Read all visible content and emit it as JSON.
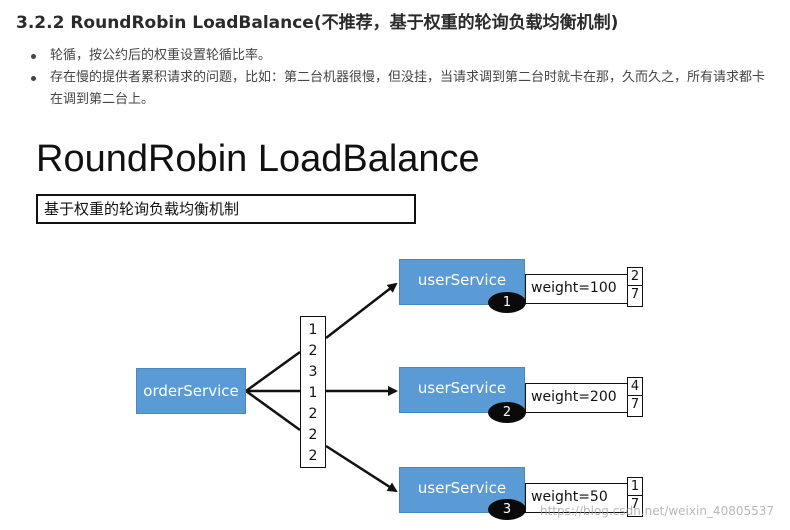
{
  "heading": "3.2.2 RoundRobin LoadBalance(不推荐，基于权重的轮询负载均衡机制)",
  "bullets": [
    "轮循，按公约后的权重设置轮循比率。",
    "存在慢的提供者累积请求的问题，比如：第二台机器很慢，但没挂，当请求调到第二台时就卡在那，久而久之，所有请求都卡在调到第二台上。"
  ],
  "diagram": {
    "title": "RoundRobin LoadBalance",
    "subtitle": "基于权重的轮询负载均衡机制",
    "consumer": "orderService",
    "sequence": [
      "1",
      "2",
      "3",
      "1",
      "2",
      "2",
      "2"
    ],
    "providers": [
      {
        "name": "userService",
        "weight": "weight=100",
        "numerator": "2",
        "denominator": "7",
        "badge": "1"
      },
      {
        "name": "userService",
        "weight": "weight=200",
        "numerator": "4",
        "denominator": "7",
        "badge": "2"
      },
      {
        "name": "userService",
        "weight": "weight=50",
        "numerator": "1",
        "denominator": "7",
        "badge": "3"
      }
    ]
  },
  "watermark": "https://blog.csdn.net/weixin_40805537",
  "colors": {
    "service_box": "#5b9bd5",
    "badge": "#0a0a0a"
  }
}
